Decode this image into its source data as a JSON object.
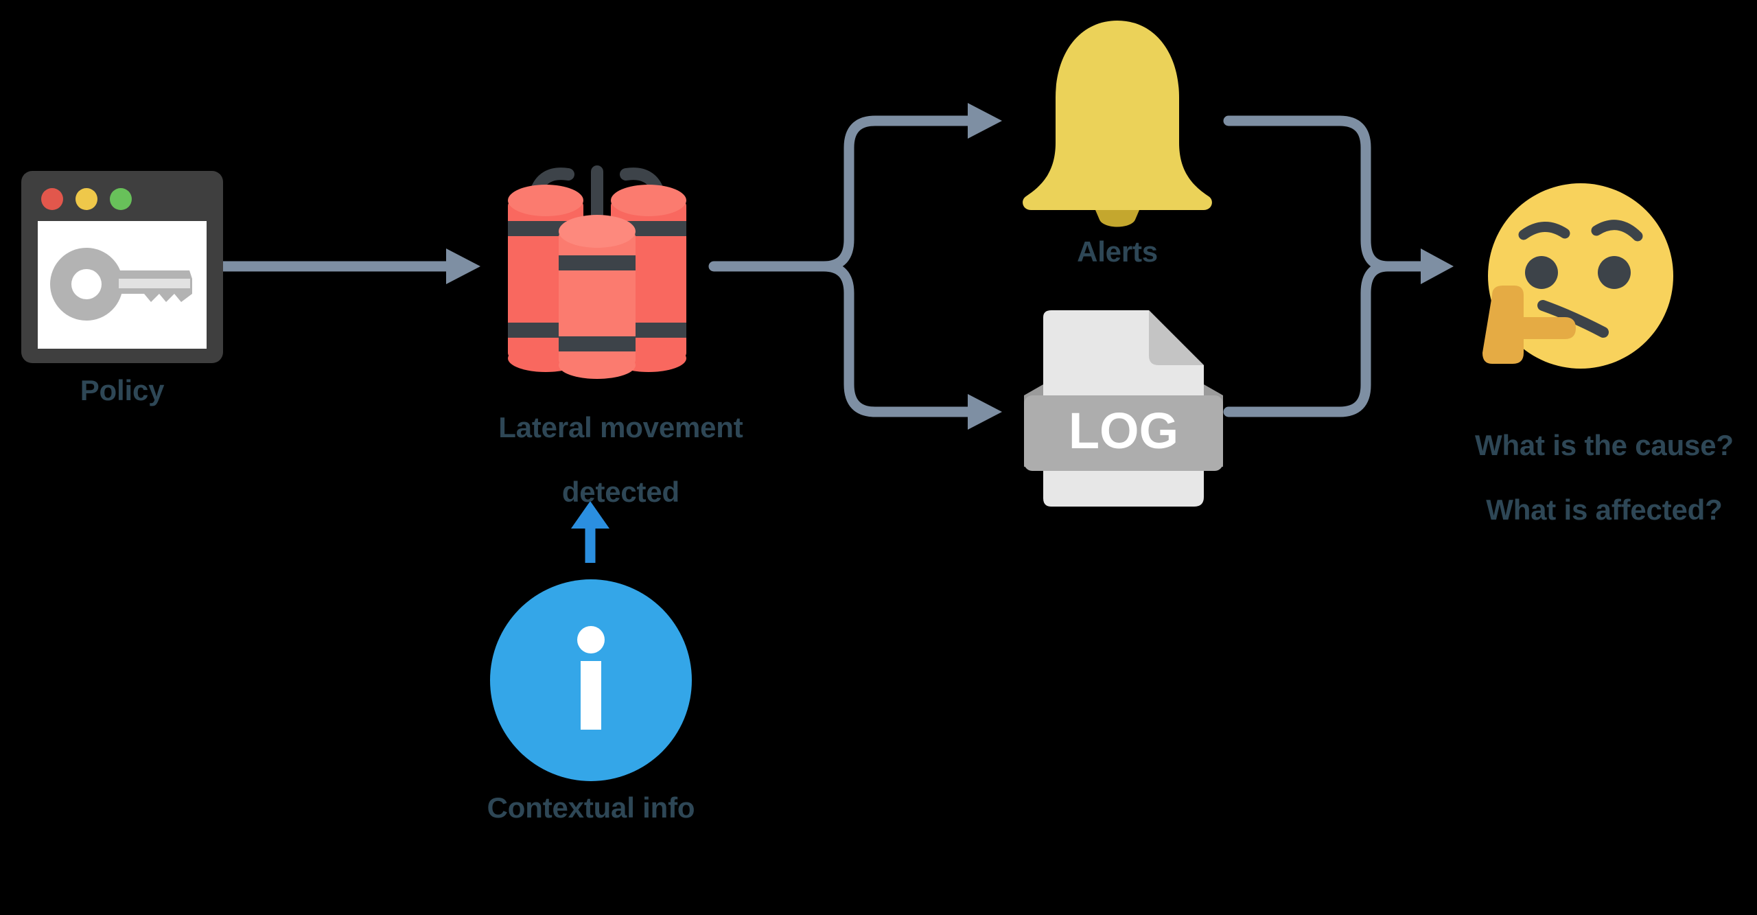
{
  "diagram": {
    "title": "Security alert triage flow",
    "background_color": "#000000",
    "connector_color": "#7E8FA3",
    "label_color": "#2E4756",
    "nodes": [
      {
        "id": "policy",
        "icon": "browser-window-key-icon",
        "label": "Policy",
        "colors": {
          "frame": "#3F3F3F",
          "page": "#FFFFFF",
          "key": "#B3B3B3",
          "dot_red": "#E2574C",
          "dot_yellow": "#EFC84A",
          "dot_green": "#68C15A"
        }
      },
      {
        "id": "lateral-movement",
        "icon": "dynamite-sticks-icon",
        "label_line1": "Lateral movement",
        "label_line2": "detected",
        "colors": {
          "body": "#F9685F",
          "body_light": "#FB7B6F",
          "band": "#3D4349",
          "fuse": "#3D4349"
        }
      },
      {
        "id": "contextual-info",
        "icon": "info-circle-icon",
        "label": "Contextual info",
        "colors": {
          "circle": "#34A6E8",
          "glyph": "#FFFFFF",
          "arrow": "#2B8FE0"
        }
      },
      {
        "id": "alerts",
        "icon": "bell-icon",
        "label": "Alerts",
        "colors": {
          "bell": "#EBD259",
          "clapper": "#C4A72E"
        }
      },
      {
        "id": "log",
        "icon": "log-file-icon",
        "label": "LOG",
        "colors": {
          "paper": "#E7E7E7",
          "fold": "#C4C4C4",
          "band": "#ADADAD",
          "band_shadow": "#9B9B9B",
          "text": "#FFFFFF"
        }
      },
      {
        "id": "analyst",
        "icon": "thinking-face-icon",
        "label_line1": "What is the cause?",
        "label_line2": "What is affected?",
        "colors": {
          "face": "#F8D25C",
          "features": "#3D4349",
          "hand": "#E5AB44"
        }
      }
    ],
    "connectors": [
      {
        "id": "policy-to-lateral",
        "from": "policy",
        "to": "lateral-movement",
        "style": "straight-arrow"
      },
      {
        "id": "contextual-to-lateral",
        "from": "contextual-info",
        "to": "lateral-movement",
        "style": "up-arrow",
        "color": "#2B8FE0"
      },
      {
        "id": "lateral-to-split",
        "from": "lateral-movement",
        "to": [
          "alerts",
          "log"
        ],
        "style": "fork"
      },
      {
        "id": "merge-to-analyst",
        "from": [
          "alerts",
          "log"
        ],
        "to": "analyst",
        "style": "merge"
      }
    ]
  }
}
